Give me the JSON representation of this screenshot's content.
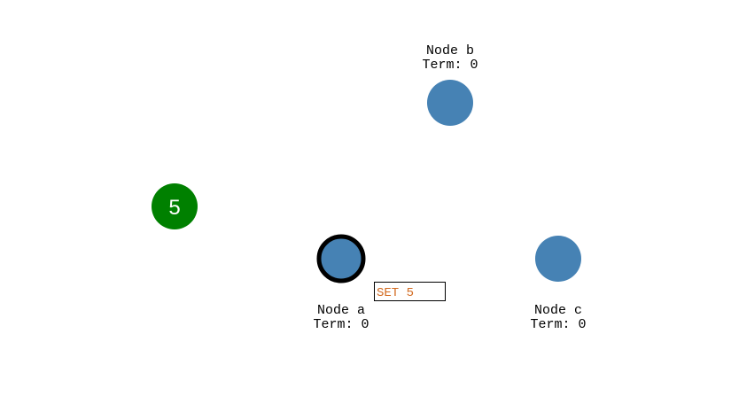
{
  "colors": {
    "node": "#4682b4",
    "client": "#008000",
    "selected_stroke": "#000000",
    "command_text": "#d2691e"
  },
  "nodes": [
    {
      "name": "Node a",
      "term": "Term: 0",
      "selected": true
    },
    {
      "name": "Node b",
      "term": "Term: 0",
      "selected": false
    },
    {
      "name": "Node c",
      "term": "Term: 0",
      "selected": false
    }
  ],
  "client": {
    "value": "5"
  },
  "message": {
    "text": "SET 5"
  }
}
